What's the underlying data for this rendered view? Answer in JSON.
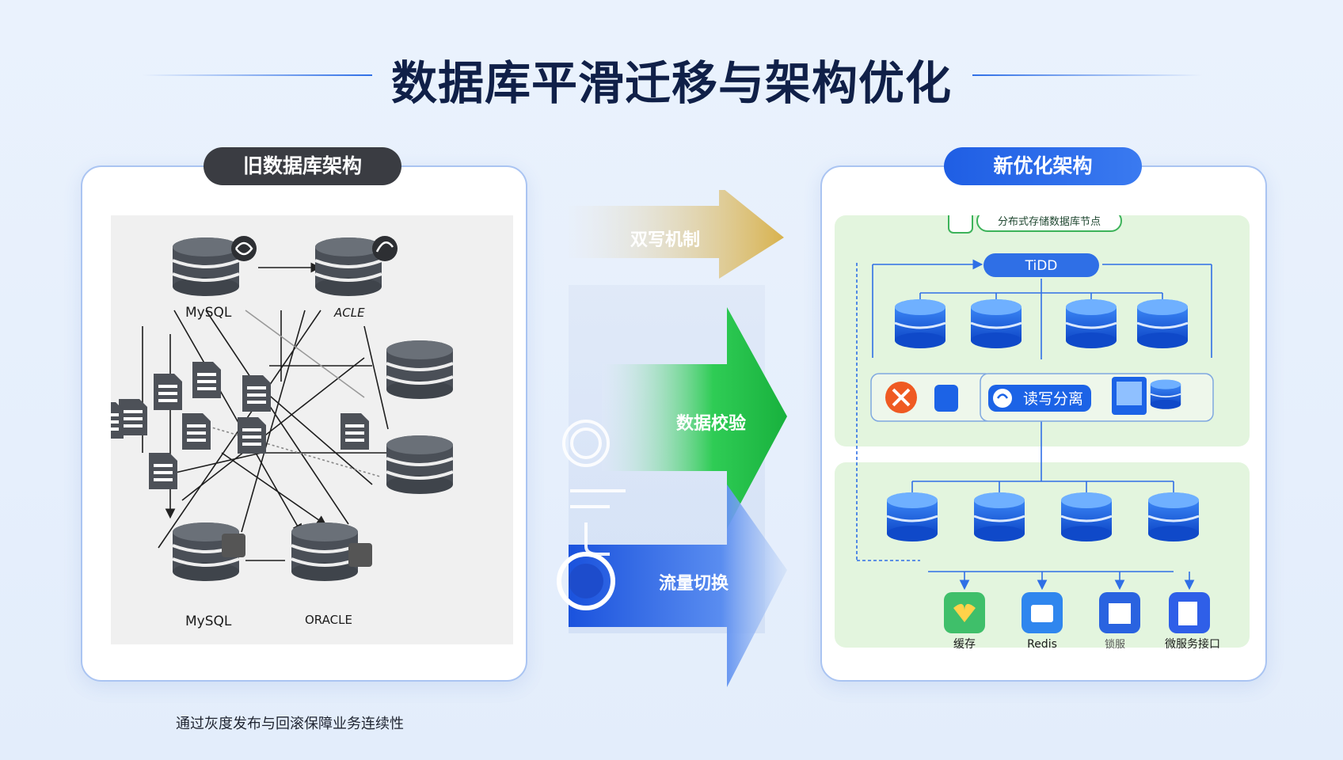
{
  "title": "数据库平滑迁移与架构优化",
  "old_panel": {
    "label": "旧数据库架构",
    "db_labels": {
      "top_left": "MySQL",
      "top_right": "ACLE",
      "bottom_left": "MySQL",
      "bottom_right": "ORACLE"
    }
  },
  "new_panel": {
    "label": "新优化架构",
    "header_tag": "分布式存储数据库节点",
    "hub_label": "TiDD",
    "rw_label": "读写分离",
    "services": [
      "缓存",
      "Redis",
      "锁服",
      "微服务接口"
    ]
  },
  "transitions": {
    "dual_write": "双写机制",
    "verify": "数据校验",
    "switch": "流量切换"
  },
  "caption": "通过灰度发布与回滚保障业务连续性",
  "colors": {
    "title": "#102048",
    "old_pill": "#3a3c42",
    "new_pill": "#2a6be8",
    "dual_write_arrow": "#d8b24e",
    "verify_arrow": "#23bd45",
    "switch_arrow": "#1f55e0",
    "db_blue": "#1c63e6",
    "new_bg_green": "#e3f5de"
  },
  "icons": {
    "old_db": "database-gray-icon",
    "old_doc": "document-icon",
    "new_db": "database-blue-icon",
    "rw_icon": "sync-icon"
  }
}
